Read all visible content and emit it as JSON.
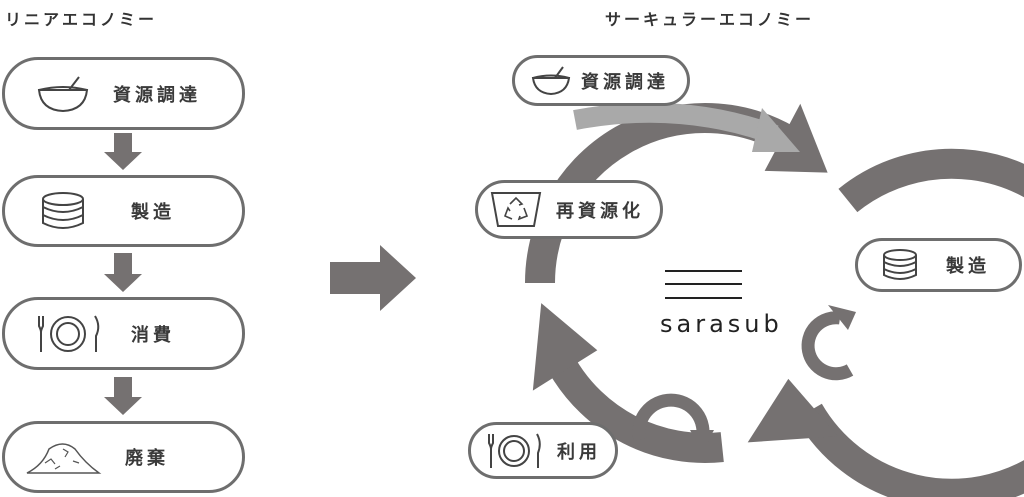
{
  "linear": {
    "title": "リニアエコノミー",
    "steps": [
      {
        "label": "資源調達",
        "icon": "bowl-icon"
      },
      {
        "label": "製造",
        "icon": "stacked-plates-icon"
      },
      {
        "label": "消費",
        "icon": "plate-cutlery-icon"
      },
      {
        "label": "廃棄",
        "icon": "waste-pile-icon"
      }
    ]
  },
  "circular": {
    "title": "サーキュラーエコノミー",
    "steps": [
      {
        "label": "資源調達",
        "icon": "bowl-icon"
      },
      {
        "label": "製造",
        "icon": "stacked-plates-icon"
      },
      {
        "label": "利用",
        "icon": "plate-cutlery-icon"
      },
      {
        "label": "再資源化",
        "icon": "recycle-icon"
      }
    ],
    "logo": "sarasub"
  },
  "colors": {
    "arrow": "#757171",
    "arrow_light": "#a9a9a9",
    "border": "#6e6e6e"
  }
}
